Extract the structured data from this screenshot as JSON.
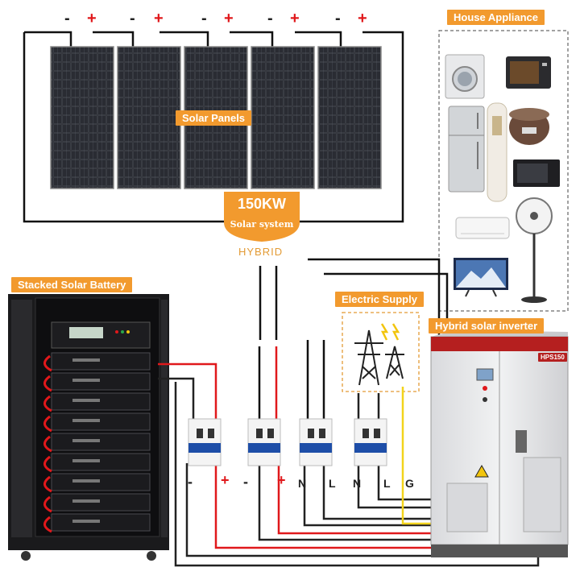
{
  "solar": {
    "panels_label": "Solar Panels",
    "power": "150KW",
    "system": "Solar system",
    "mode": "HYBRID",
    "minus": "-",
    "plus": "+"
  },
  "battery": {
    "label": "Stacked Solar Battery"
  },
  "appliances": {
    "label": "House Appliance"
  },
  "grid": {
    "label": "Electric Supply"
  },
  "inverter": {
    "label": "Hybrid solar inverter",
    "model": "HPS150"
  },
  "terminals": [
    "-",
    "+",
    "-",
    "+",
    "N",
    "L",
    "N",
    "L",
    "G"
  ],
  "colors": {
    "accent": "#f29a2e",
    "wire_red": "#e0181b",
    "wire_black": "#222222",
    "wire_yellow": "#f2d31b"
  }
}
